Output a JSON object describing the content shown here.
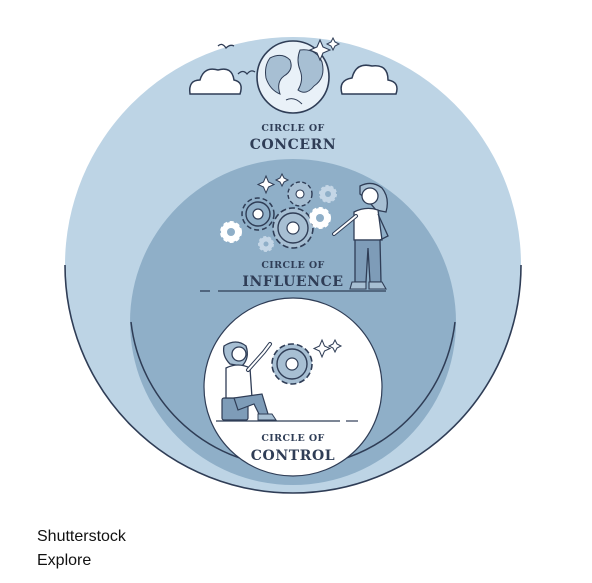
{
  "diagram": {
    "concern": {
      "prefix": "CIRCLE OF",
      "title": "CONCERN"
    },
    "influence": {
      "prefix": "CIRCLE OF",
      "title": "INFLUENCE"
    },
    "control": {
      "prefix": "CIRCLE OF",
      "title": "CONTROL"
    }
  },
  "colors": {
    "outer": "#bdd4e5",
    "middle": "#8fafc8",
    "inner": "#ffffff",
    "ink": "#2f3d56",
    "gear": "#a7bfd3"
  },
  "icons": [
    "globe-icon",
    "cloud-icon",
    "bird-icon",
    "sparkle-icon",
    "gear-icon",
    "person-icon"
  ],
  "caption": {
    "line1": "Shutterstock",
    "line2": "Explore"
  }
}
